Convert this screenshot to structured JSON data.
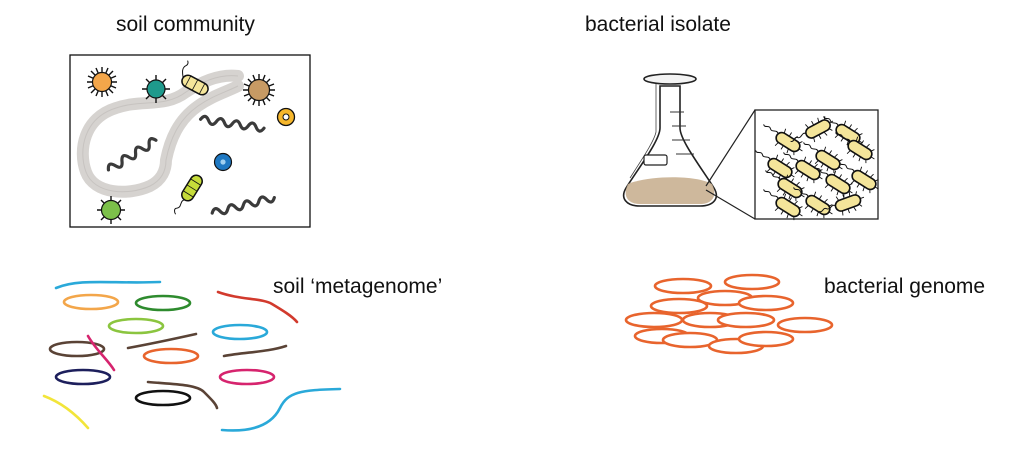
{
  "labels": {
    "soil_community": "soil community",
    "bacterial_isolate": "bacterial isolate",
    "soil_metagenome": "soil ‘metagenome’",
    "bacterial_genome": "bacterial genome"
  },
  "colors": {
    "orange_plasmid": "#e8642d",
    "cyan": "#2aa9d9",
    "green": "#2e8b2e",
    "lime": "#8bc53f",
    "brown": "#5a4336",
    "navy": "#1d1f5c",
    "magenta": "#d6246e",
    "yellow": "#f2e53a",
    "red": "#d23a2d",
    "bacterium_yellow": "#f4e59a",
    "worm_gray": "#d6d3d0",
    "broth_tan": "#c9b091"
  }
}
